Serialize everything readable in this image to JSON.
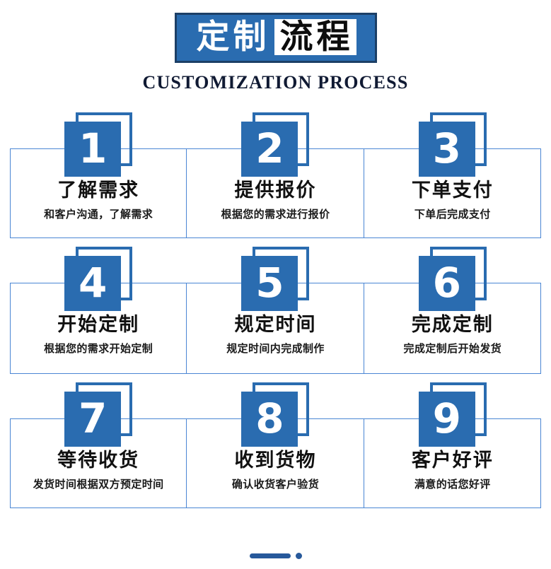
{
  "header": {
    "title_part_a": "定制",
    "title_part_b": "流程",
    "subtitle": "CUSTOMIZATION PROCESS"
  },
  "colors": {
    "brand_blue": "#2a6cb0",
    "border_blue": "#4a86d4",
    "title_frame": "#1c3f66",
    "subtitle_navy": "#101a33",
    "ornament": "#27599b"
  },
  "steps": [
    {
      "number": "1",
      "title": "了解需求",
      "desc": "和客户沟通，了解需求"
    },
    {
      "number": "2",
      "title": "提供报价",
      "desc": "根据您的需求进行报价"
    },
    {
      "number": "3",
      "title": "下单支付",
      "desc": "下单后完成支付"
    },
    {
      "number": "4",
      "title": "开始定制",
      "desc": "根据您的需求开始定制"
    },
    {
      "number": "5",
      "title": "规定时间",
      "desc": "规定时间内完成制作"
    },
    {
      "number": "6",
      "title": "完成定制",
      "desc": "完成定制后开始发货"
    },
    {
      "number": "7",
      "title": "等待收货",
      "desc": "发货时间根据双方预定时间"
    },
    {
      "number": "8",
      "title": "收到货物",
      "desc": "确认收货客户验货"
    },
    {
      "number": "9",
      "title": "客户好评",
      "desc": "满意的话您好评"
    }
  ],
  "footer": {
    "ornament": "bar-and-dot"
  }
}
